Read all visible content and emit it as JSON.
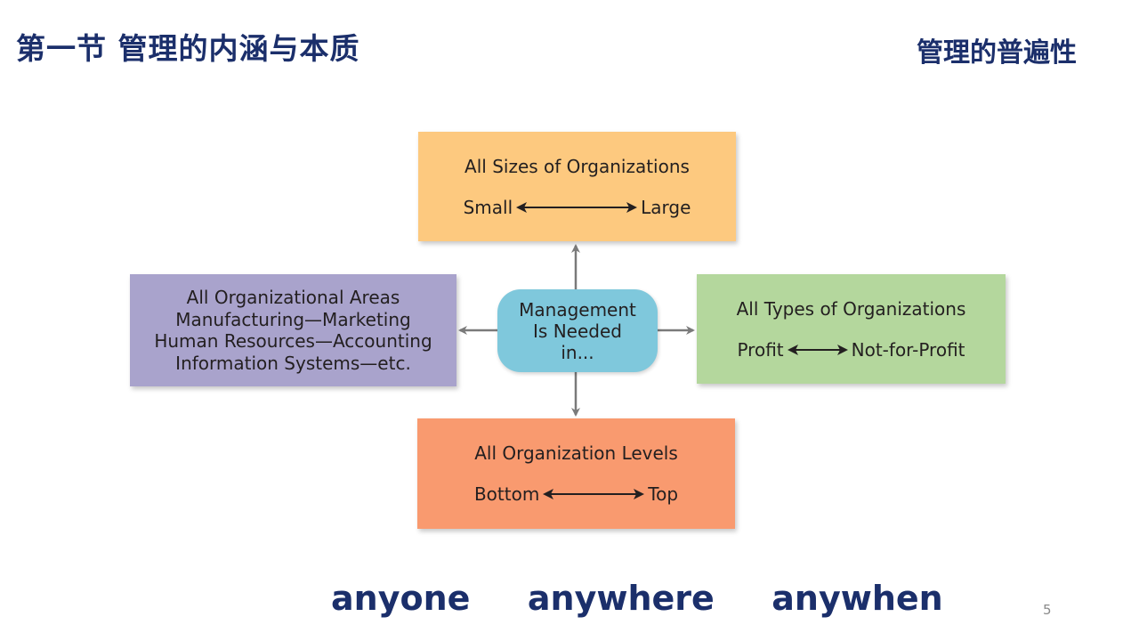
{
  "header": {
    "title": "第一节 管理的内涵与本质",
    "subtitle": "管理的普遍性"
  },
  "diagram": {
    "center": {
      "line1": "Management",
      "line2": "Is Needed",
      "line3": "in..."
    },
    "top": {
      "title": "All Sizes of Organizations",
      "from": "Small",
      "to": "Large"
    },
    "right": {
      "title": "All Types of Organizations",
      "from": "Profit",
      "to": "Not-for-Profit"
    },
    "bottom": {
      "title": "All Organization Levels",
      "from": "Bottom",
      "to": "Top"
    },
    "left": {
      "line1": "All Organizational Areas",
      "line2": "Manufacturing—Marketing",
      "line3": "Human Resources—Accounting",
      "line4": "Information Systems—etc."
    }
  },
  "footer": {
    "word1": "anyone",
    "word2": "anywhere",
    "word3": "anywhen"
  },
  "page_number": "5",
  "colors": {
    "title": "#1b2f6b",
    "top_box": "#fdc97f",
    "right_box": "#b4d79d",
    "bottom_box": "#f99a6f",
    "left_box": "#a9a3cc",
    "center": "#7fc8dc",
    "connector": "#7a7a7a"
  }
}
